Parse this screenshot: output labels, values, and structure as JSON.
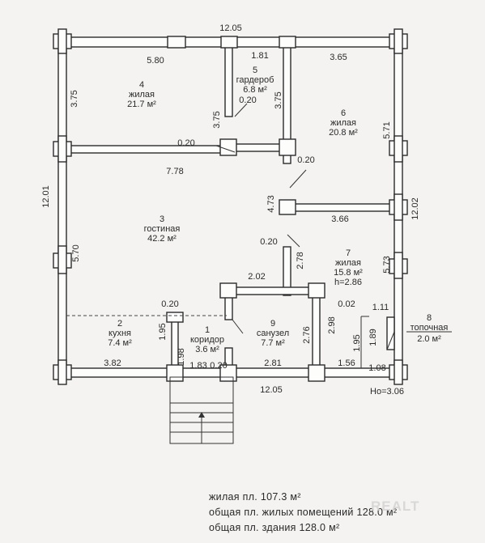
{
  "dims": {
    "top": "12.05",
    "bottom": "12.05",
    "left": "12.01",
    "right": "12.02",
    "r4_top": "5.80",
    "r5_top": "1.81",
    "r6_top": "3.65",
    "r4_left": "3.75",
    "r5_left": "3.75",
    "r5_right": "3.75",
    "r6_right": "5.71",
    "r3_partition": "7.78",
    "r3_left": "5.70",
    "r7_top": "3.66",
    "corr_upper": "4.73",
    "corr_lower": "2.78",
    "r7_right": "5.73",
    "r9_top": "2.02",
    "r2_right": "1.95",
    "r1_left": "1.98",
    "r9_right": "2.76",
    "r8_left": "2.98",
    "r8_inner": "1.95",
    "r8_inner2": "1.89",
    "r8_top": "1.11",
    "r2_bottom": "3.82",
    "r1_bottom": "1.83",
    "r9_bottom": "2.81",
    "r8_bottom_a": "1.56",
    "r8_bottom_b": "1.08",
    "wall_a": "0.20",
    "wall_b": "0.20",
    "wall_c": "0.20",
    "wall_d": "0.20",
    "wall_e": "0.20",
    "wall_f": "0.20",
    "wall_g": "0.02",
    "ho": "Ho=3.06"
  },
  "rooms": [
    {
      "num": "4",
      "name": "жилая",
      "area": "21.7 м²"
    },
    {
      "num": "5",
      "name": "гардероб",
      "area": "6.8 м²"
    },
    {
      "num": "6",
      "name": "жилая",
      "area": "20.8 м²"
    },
    {
      "num": "3",
      "name": "гостиная",
      "area": "42.2 м²"
    },
    {
      "num": "7",
      "name": "жилая",
      "area": "15.8 м²",
      "extra": "h=2.86"
    },
    {
      "num": "2",
      "name": "кухня",
      "area": "7.4 м²"
    },
    {
      "num": "1",
      "name": "коридор",
      "area": "3.6 м²"
    },
    {
      "num": "9",
      "name": "санузел",
      "area": "7.7 м²"
    },
    {
      "num": "8",
      "name": "топочная",
      "area": "2.0 м²"
    }
  ],
  "legend": {
    "line1": "жилая пл. 107.3 м²",
    "line2": "общая пл. жилых помещений 128.0 м²",
    "line3": "общая пл. здания 128.0 м²"
  },
  "watermark": "REALT"
}
